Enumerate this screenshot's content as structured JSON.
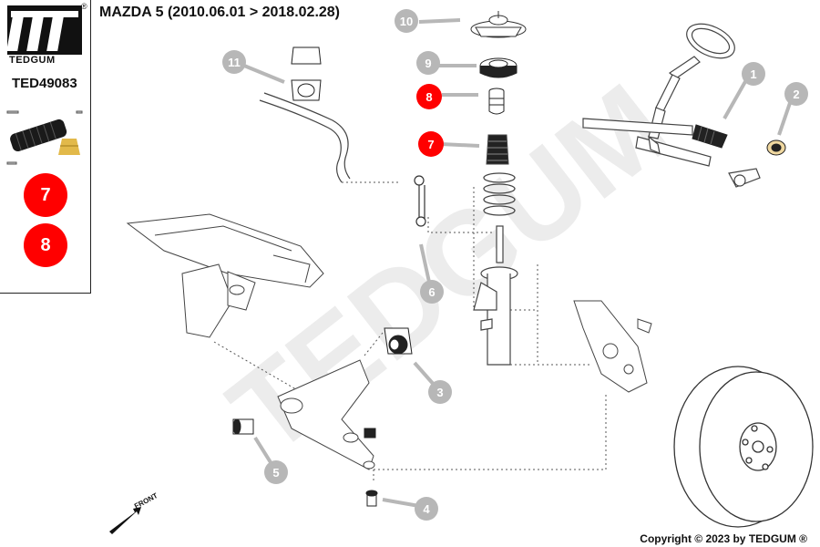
{
  "brand": {
    "name": "TEDGUM",
    "registered_mark": "®",
    "part_code": "TED49083",
    "highlighted_refs": [
      "7",
      "8"
    ]
  },
  "vehicle": {
    "title": "MAZDA 5 (2010.06.01 > 2018.02.28)"
  },
  "callouts": [
    {
      "id": "1",
      "part": "steering-boot",
      "highlighted": false
    },
    {
      "id": "2",
      "part": "tie-rod-end-boot",
      "highlighted": false
    },
    {
      "id": "3",
      "part": "control-arm-bushing",
      "highlighted": false
    },
    {
      "id": "4",
      "part": "ball-joint",
      "highlighted": false
    },
    {
      "id": "5",
      "part": "front-arm-bushing",
      "highlighted": false
    },
    {
      "id": "6",
      "part": "stabilizer-link",
      "highlighted": false
    },
    {
      "id": "7",
      "part": "shock-absorber-dust-boot",
      "highlighted": true
    },
    {
      "id": "8",
      "part": "bump-stop",
      "highlighted": true
    },
    {
      "id": "9",
      "part": "strut-bearing",
      "highlighted": false
    },
    {
      "id": "10",
      "part": "strut-top-mount",
      "highlighted": false
    },
    {
      "id": "11",
      "part": "stabilizer-bushing",
      "highlighted": false
    }
  ],
  "watermark": "TEDGUM",
  "direction_label": "FRONT",
  "copyright": "Copyright © 2023 by TEDGUM ®",
  "colors": {
    "highlight": "#ff0000",
    "callout": "#b7b7b7",
    "line": "#333333",
    "watermark": "#ececec"
  }
}
